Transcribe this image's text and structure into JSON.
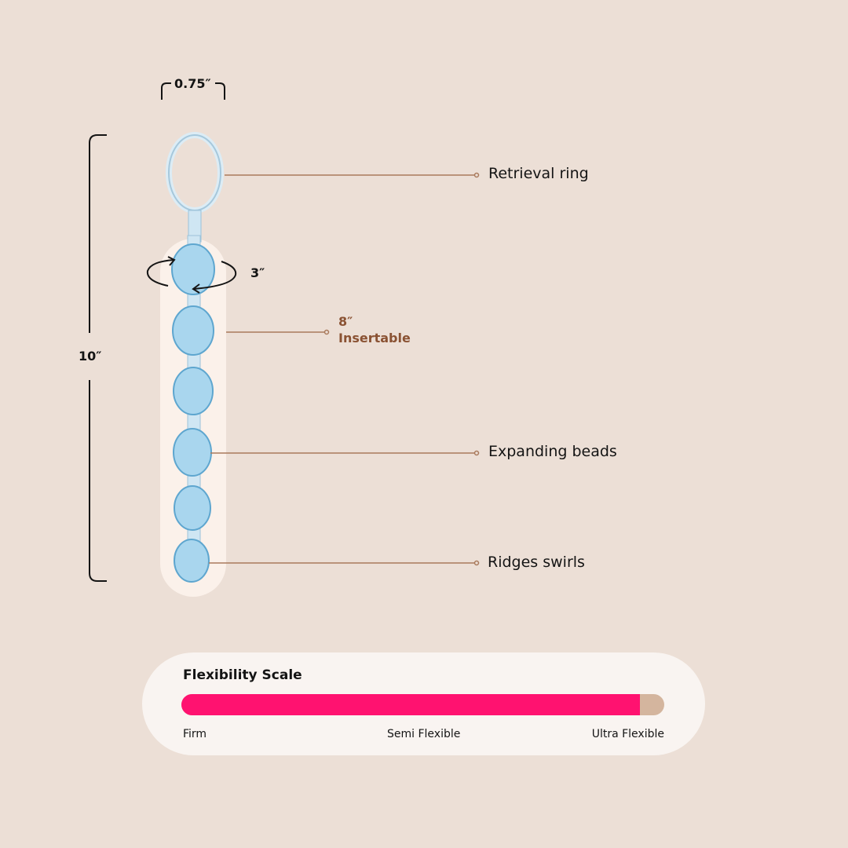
{
  "dimensions": {
    "width": "0.75″",
    "length": "10″",
    "circumference": "3″"
  },
  "callouts": {
    "retrieval_ring": "Retrieval ring",
    "insertable_length": "8″",
    "insertable_label": "Insertable",
    "expanding_beads": "Expanding beads",
    "ridges_swirls": "Ridges swirls"
  },
  "flexibility": {
    "title": "Flexibility Scale",
    "value_fraction": 0.95,
    "labels": [
      "Firm",
      "Semi Flexible",
      "Ultra Flexible"
    ],
    "fill_color": "#ff1270",
    "track_color": "#d4b59e"
  },
  "colors": {
    "background": "#ecdfd6",
    "leader_line": "#a97a5c",
    "bead": "#a9d6ee"
  }
}
